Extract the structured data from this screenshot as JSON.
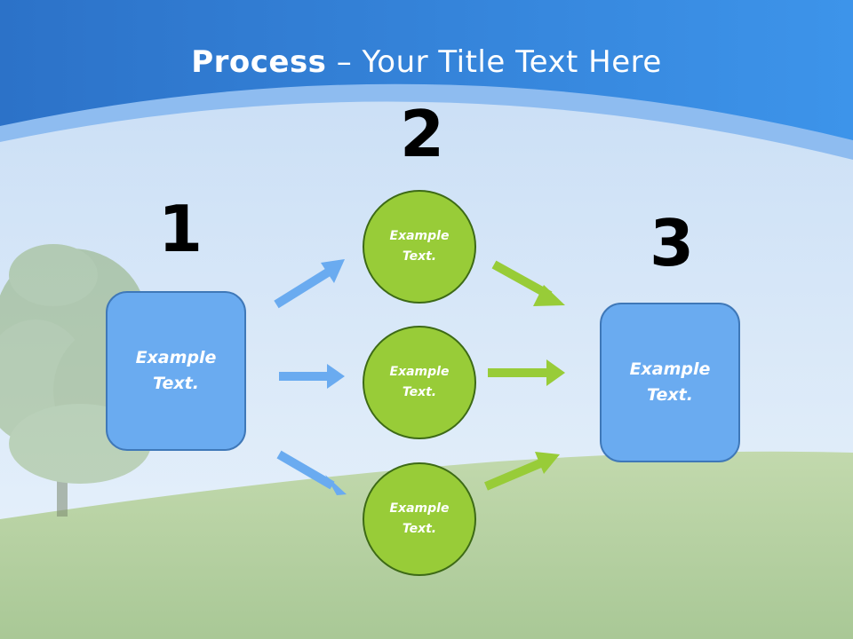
{
  "slide": {
    "title_bold": "Process",
    "title_rest": " – Your Title Text Here"
  },
  "steps": {
    "one": {
      "number": "1",
      "text_line1": "Example",
      "text_line2": "Text."
    },
    "two": {
      "number": "2"
    },
    "three": {
      "number": "3",
      "text_line1": "Example",
      "text_line2": "Text."
    }
  },
  "circles": [
    {
      "text_line1": "Example",
      "text_line2": "Text."
    },
    {
      "text_line1": "Example",
      "text_line2": "Text."
    },
    {
      "text_line1": "Example",
      "text_line2": "Text."
    }
  ],
  "colors": {
    "box_fill": "#6aabf0",
    "circle_fill": "#98cc38",
    "blue_arrow": "#6aabf0",
    "green_arrow": "#98cc38"
  }
}
